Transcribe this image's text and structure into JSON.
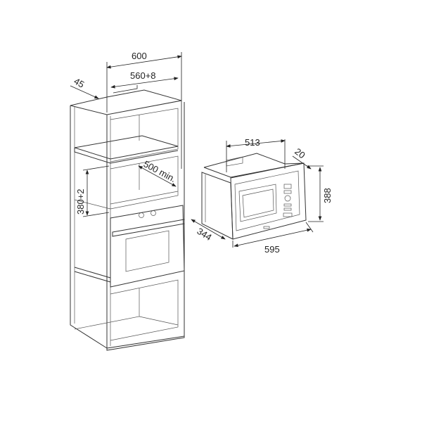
{
  "tall_cabinet": {
    "width_label": "600",
    "niche_width_label": "560+8",
    "side_depth_label": "45",
    "niche_height_label": "380+2",
    "niche_depth_label": "500 min."
  },
  "microwave": {
    "body_width_label": "513",
    "frame_depth_label": "20",
    "height_label": "388",
    "depth_label": "344",
    "front_width_label": "595"
  },
  "colors": {
    "line": "#333333",
    "background": "#ffffff"
  }
}
